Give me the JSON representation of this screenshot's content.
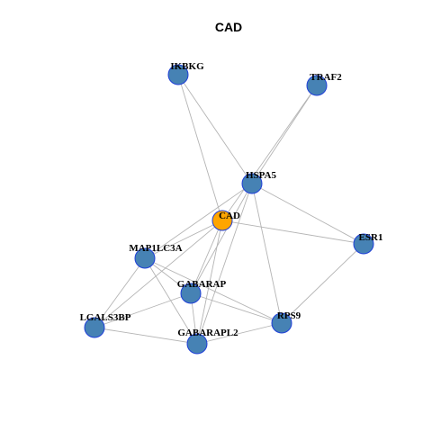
{
  "title": "CAD",
  "nodes": [
    {
      "id": "IKBKG",
      "label": "IKBKG",
      "color": "#4682b4",
      "stroke": "#1f3fd8"
    },
    {
      "id": "TRAF2",
      "label": "TRAF2",
      "color": "#4682b4",
      "stroke": "#1f3fd8"
    },
    {
      "id": "HSPA5",
      "label": "HSPA5",
      "color": "#4682b4",
      "stroke": "#1f3fd8"
    },
    {
      "id": "CAD",
      "label": "CAD",
      "color": "#ffa500",
      "stroke": "#1f3fd8"
    },
    {
      "id": "ESR1",
      "label": "ESR1",
      "color": "#4682b4",
      "stroke": "#1f3fd8"
    },
    {
      "id": "MAP1LC3A",
      "label": "MAP1LC3A",
      "color": "#4682b4",
      "stroke": "#1f3fd8"
    },
    {
      "id": "GABARAP",
      "label": "GABARAP",
      "color": "#4682b4",
      "stroke": "#1f3fd8"
    },
    {
      "id": "LGALS3BP",
      "label": "LGALS3BP",
      "color": "#4682b4",
      "stroke": "#1f3fd8"
    },
    {
      "id": "RPS9",
      "label": "RPS9",
      "color": "#4682b4",
      "stroke": "#1f3fd8"
    },
    {
      "id": "GABARAPL2",
      "label": "GABARAPL2",
      "color": "#4682b4",
      "stroke": "#1f3fd8"
    }
  ],
  "edges": [
    [
      "IKBKG",
      "HSPA5"
    ],
    [
      "IKBKG",
      "CAD"
    ],
    [
      "TRAF2",
      "HSPA5"
    ],
    [
      "TRAF2",
      "CAD"
    ],
    [
      "HSPA5",
      "ESR1"
    ],
    [
      "HSPA5",
      "MAP1LC3A"
    ],
    [
      "HSPA5",
      "GABARAP"
    ],
    [
      "HSPA5",
      "GABARAPL2"
    ],
    [
      "HSPA5",
      "RPS9"
    ],
    [
      "CAD",
      "ESR1"
    ],
    [
      "CAD",
      "MAP1LC3A"
    ],
    [
      "CAD",
      "GABARAP"
    ],
    [
      "CAD",
      "GABARAPL2"
    ],
    [
      "CAD",
      "LGALS3BP"
    ],
    [
      "ESR1",
      "RPS9"
    ],
    [
      "MAP1LC3A",
      "GABARAP"
    ],
    [
      "MAP1LC3A",
      "GABARAPL2"
    ],
    [
      "MAP1LC3A",
      "LGALS3BP"
    ],
    [
      "MAP1LC3A",
      "RPS9"
    ],
    [
      "GABARAP",
      "LGALS3BP"
    ],
    [
      "GABARAP",
      "RPS9"
    ],
    [
      "GABARAP",
      "GABARAPL2"
    ],
    [
      "LGALS3BP",
      "GABARAPL2"
    ],
    [
      "GABARAPL2",
      "RPS9"
    ]
  ]
}
